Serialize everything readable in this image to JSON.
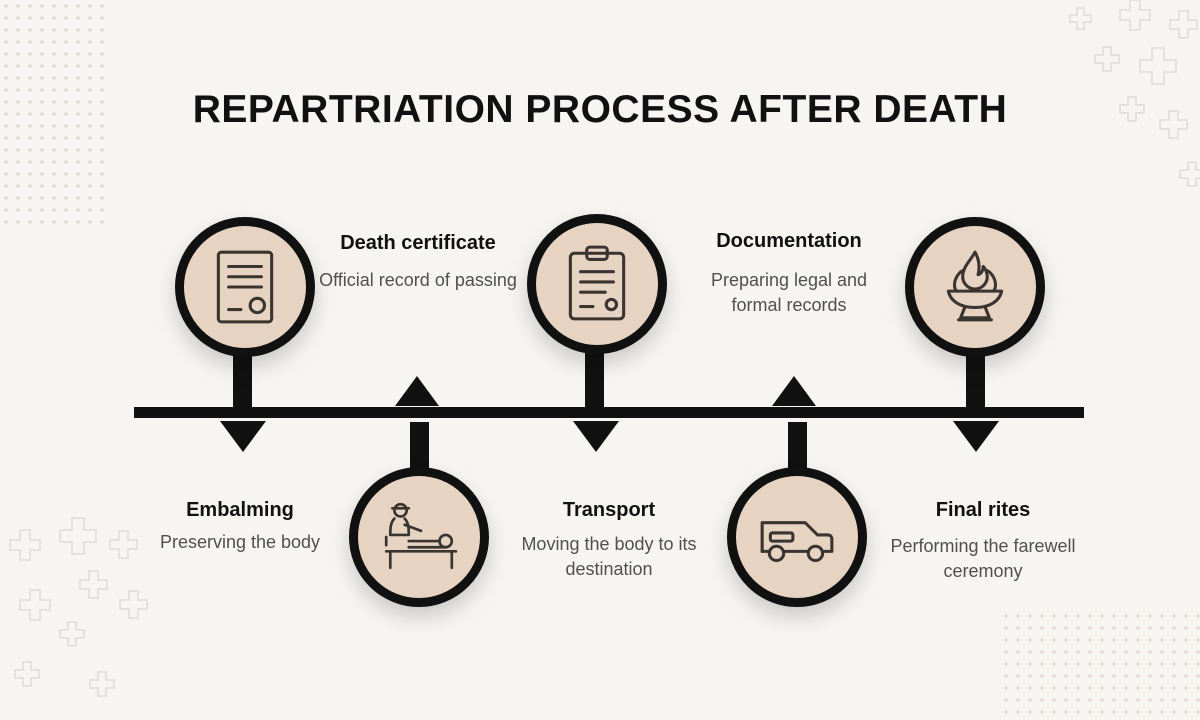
{
  "title": "REPARTRIATION PROCESS AFTER DEATH",
  "colors": {
    "background": "#f6f5f2",
    "line": "#111111",
    "icon_fill": "#e7d3c2",
    "icon_stroke": "#3a3430",
    "text_title": "#111111",
    "text_desc": "#505050"
  },
  "steps": [
    {
      "id": "death-certificate",
      "title": "Death certificate",
      "description": "Official record of passing",
      "icon": "certificate-icon"
    },
    {
      "id": "embalming",
      "title": "Embalming",
      "description": "Preserving the body",
      "icon": "embalming-icon"
    },
    {
      "id": "documentation",
      "title": "Documentation",
      "description": "Preparing legal and formal records",
      "icon": "clipboard-icon"
    },
    {
      "id": "transport",
      "title": "Transport",
      "description": "Moving the body to its destination",
      "icon": "hearse-icon"
    },
    {
      "id": "final-rites",
      "title": "Final rites",
      "description": "Performing the farewell ceremony",
      "icon": "flame-urn-icon"
    }
  ]
}
